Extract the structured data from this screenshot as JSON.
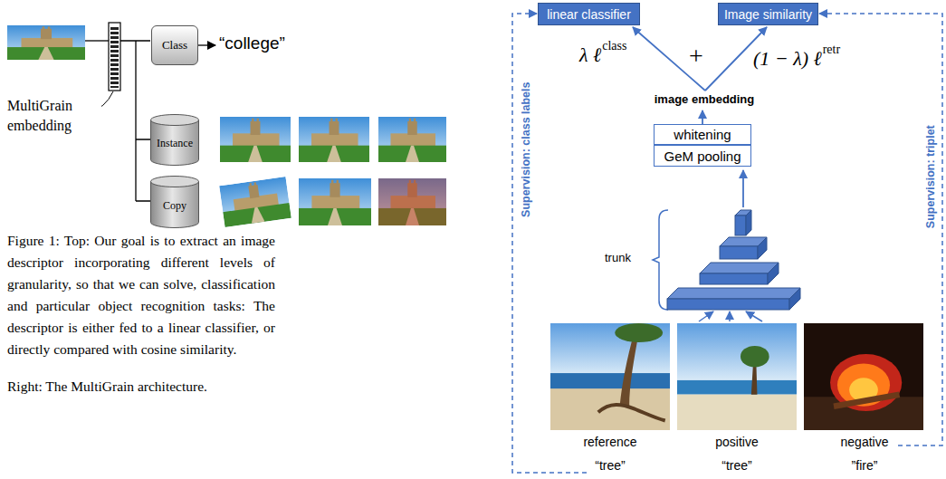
{
  "diagram": {
    "caption": "Figure 1: Top: Our goal is to extract an image descriptor incorporating different levels of granularity, so that we can solve, classification and particular object recognition tasks: The descriptor is either fed to a linear classifier, or directly compared with cosine similarity.",
    "nodes": [
      {
        "text": [
          "Class"
        ]
      },
      {
        "text": [
          "Instance"
        ]
      },
      {
        "text": [
          "Copy"
        ]
      },
      {
        "text": [
          "linear classifier"
        ]
      },
      {
        "text": [
          "Image similarity"
        ]
      },
      {
        "text": [
          "whitening"
        ]
      },
      {
        "text": [
          "GeM pooling"
        ]
      }
    ],
    "labels": [
      "“college”",
      "MultiGrain embedding",
      "Right: The MultiGrain architecture.",
      "λ ℓ",
      "class",
      "+",
      "(1 − λ) ℓ",
      "retr",
      "image embedding",
      "trunk",
      "Supervision: class labels",
      "Supervision: triplet",
      "reference",
      "positive",
      "negative",
      "“tree”",
      "“tree”",
      "”fire”"
    ]
  }
}
